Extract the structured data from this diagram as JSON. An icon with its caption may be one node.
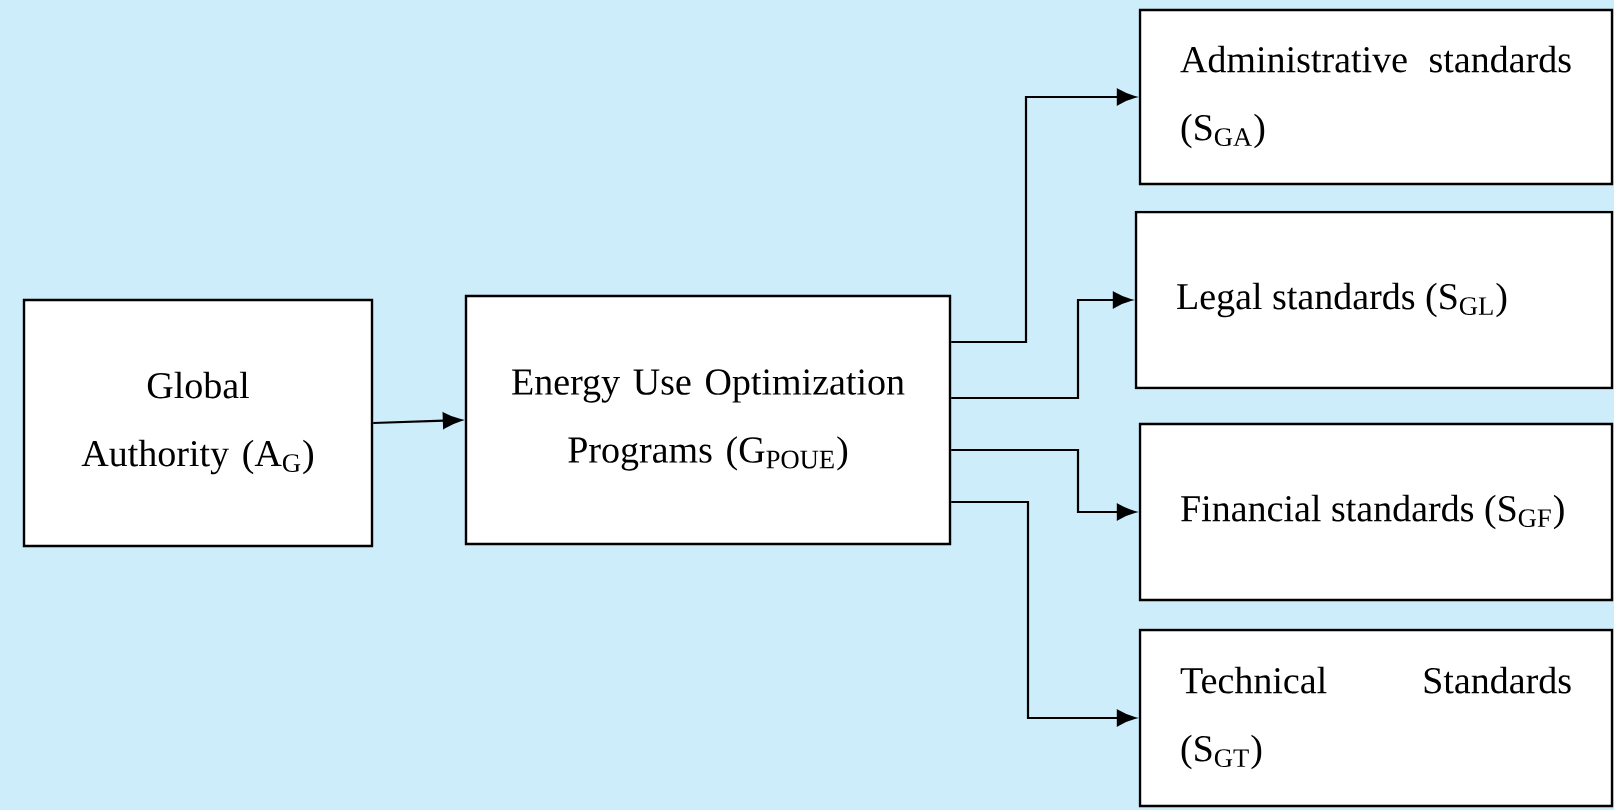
{
  "diagram": {
    "nodes": [
      {
        "text": [
          "Global Authority (A$_{G}$)"
        ]
      },
      {
        "text": [
          "Energy Use Optimization Programs (G$_{POUE}$)"
        ]
      },
      {
        "text": [
          "Administrative standards (S$_{GA}$)"
        ]
      },
      {
        "text": [
          "Legal standards (S$_{GL}$)"
        ]
      },
      {
        "text": [
          "Financial standards (S$_{GF}$)"
        ]
      },
      {
        "text": [
          "Technical Standards (S$_{GT}$)"
        ]
      }
    ],
    "edges": [
      {
        "from": 0,
        "to": 1,
        "arrow": "to"
      },
      {
        "from": 1,
        "to": 2,
        "arrow": "to"
      },
      {
        "from": 1,
        "to": 3,
        "arrow": "to"
      },
      {
        "from": 1,
        "to": 4,
        "arrow": "to"
      },
      {
        "from": 1,
        "to": 5,
        "arrow": "to"
      }
    ]
  }
}
